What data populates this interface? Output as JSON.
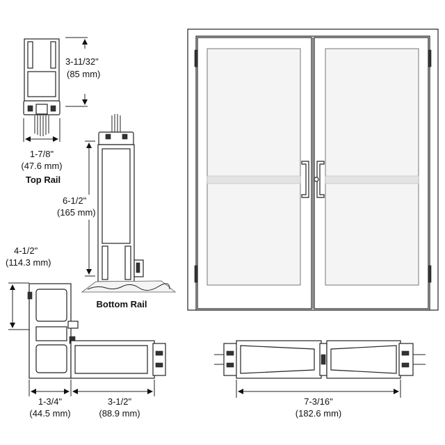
{
  "diagram": {
    "top_rail": {
      "height_imperial": "3-11/32\"",
      "height_metric": "(85 mm)",
      "width_imperial": "1-7/8\"",
      "width_metric": "(47.6 mm)",
      "caption": "Top Rail"
    },
    "bottom_rail": {
      "height_imperial": "6-1/2\"",
      "height_metric": "(165 mm)",
      "caption": "Bottom Rail"
    },
    "jamb_section": {
      "height_imperial": "4-1/2\"",
      "height_metric": "(114.3 mm)",
      "frame_width_imperial": "1-3/4\"",
      "frame_width_metric": "(44.5 mm)",
      "stile_width_imperial": "3-1/2\"",
      "stile_width_metric": "(88.9 mm)"
    },
    "meeting_stiles": {
      "width_imperial": "7-3/16\"",
      "width_metric": "(182.6 mm)"
    }
  }
}
